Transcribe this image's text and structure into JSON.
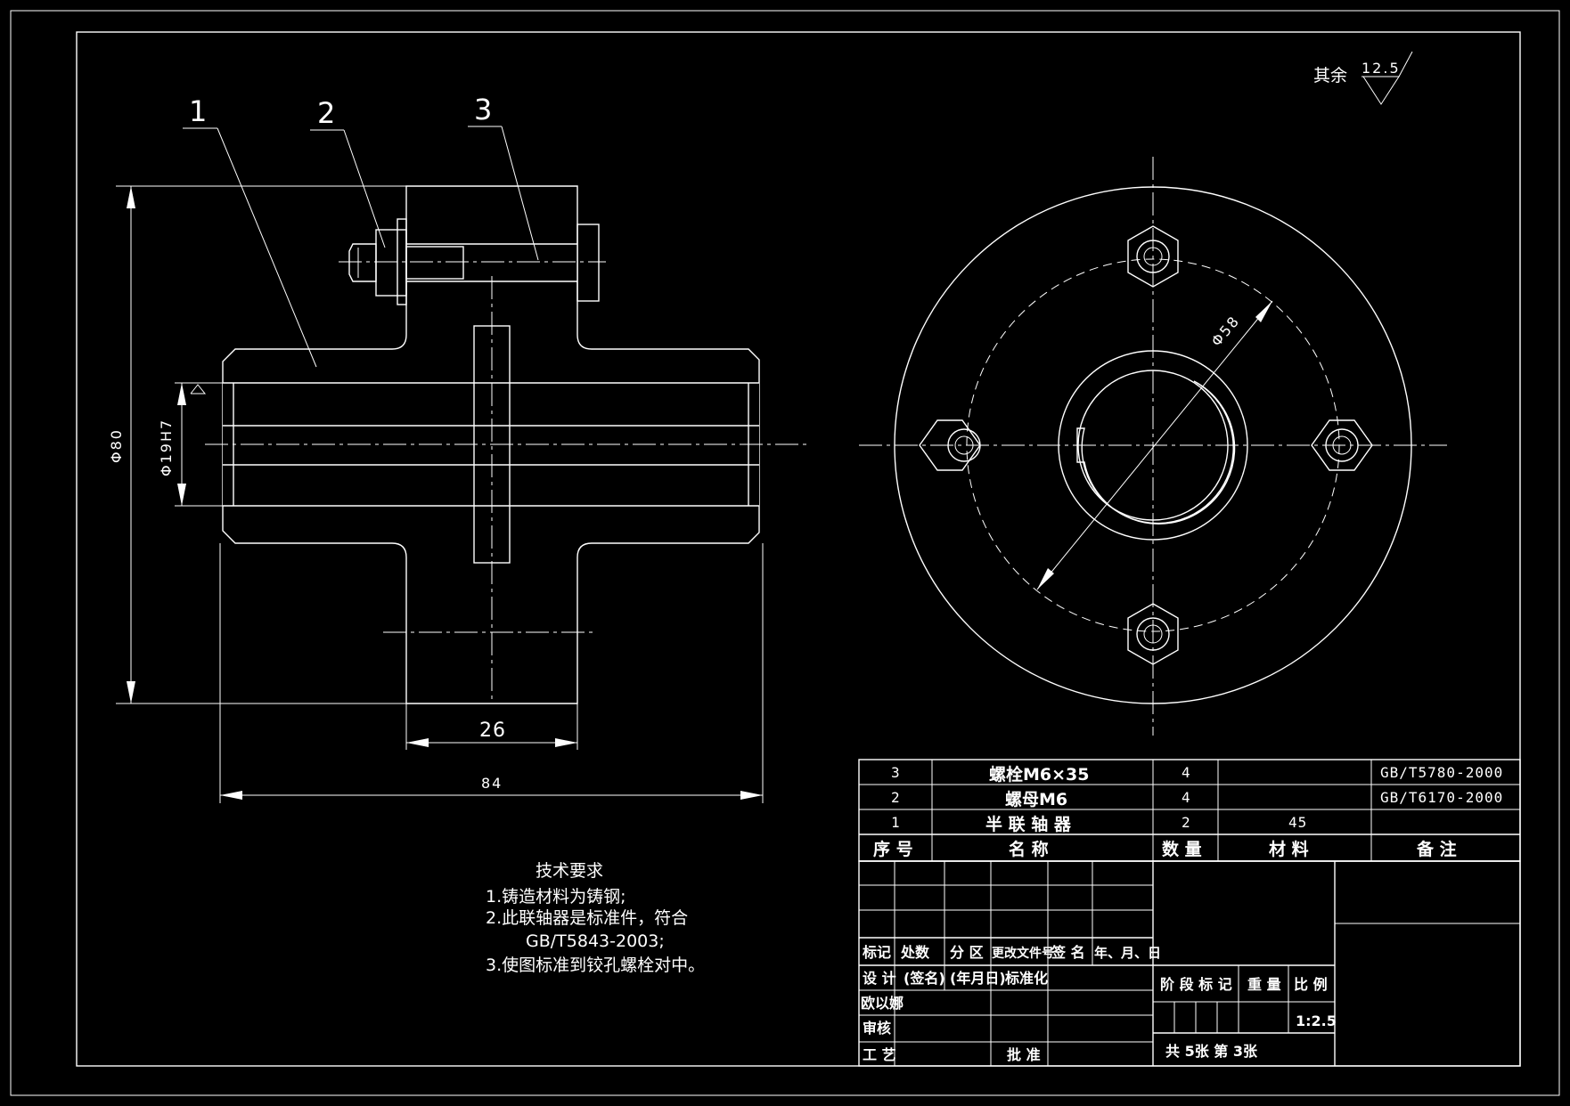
{
  "surface_roughness": {
    "prefix": "其余",
    "value": "12.5"
  },
  "part_labels": [
    "1",
    "2",
    "3"
  ],
  "dimensions": {
    "outer_diameter": "Φ80",
    "bore": "Φ19H7",
    "hub_width": "26",
    "total_length": "84",
    "bolt_circle": "Φ58"
  },
  "tech_requirements": {
    "title": "技术要求",
    "items": [
      "1.铸造材料为铸钢;",
      "2.此联轴器是标准件，符合",
      "GB/T5843-2003;",
      "3.使图标准到铰孔螺栓对中。"
    ]
  },
  "bom": {
    "rows": [
      {
        "no": "3",
        "name": "螺栓M6×35",
        "qty": "4",
        "material": "",
        "remark": "GB/T5780-2000"
      },
      {
        "no": "2",
        "name": "螺母M6",
        "qty": "4",
        "material": "",
        "remark": "GB/T6170-2000"
      },
      {
        "no": "1",
        "name": "半 联 轴 器",
        "qty": "2",
        "material": "45",
        "remark": ""
      }
    ],
    "header": {
      "no": "序 号",
      "name": "名   称",
      "qty": "数 量",
      "material": "材   料",
      "remark": "备   注"
    }
  },
  "title_block": {
    "change_header": [
      "标记",
      "处数",
      "分 区",
      "更改文件号",
      "签 名",
      "年、月、日"
    ],
    "design": "设 计",
    "signature": "(签名)",
    "date": "(年月日)",
    "standardize": "标准化",
    "drafter": "欧以娜",
    "review": "审核",
    "process": "工 艺",
    "approve": "批 准",
    "stage_mark": "阶 段 标 记",
    "weight": "重 量",
    "scale_label": "比 例",
    "scale": "1:2.5",
    "sheets": "共  5张   第 3张"
  }
}
